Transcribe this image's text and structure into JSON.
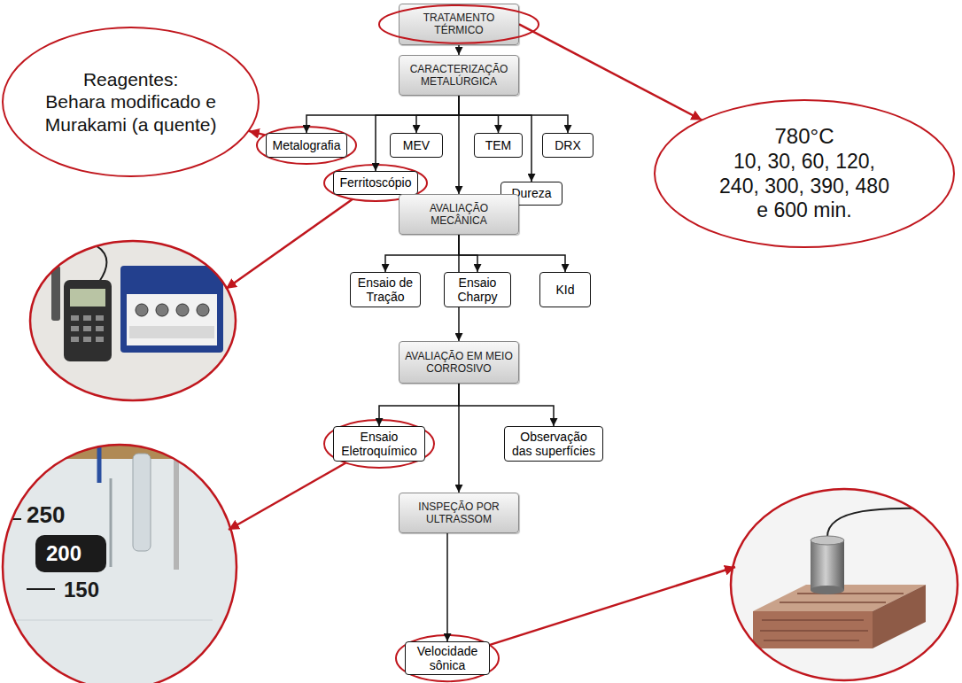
{
  "diagram": {
    "nodes": [
      {
        "text": [
          "TRATAMENTO TÉRMICO"
        ]
      },
      {
        "text": [
          "780°C",
          "10, 30, 60, 120, 240, 300, 390, 480 e 600 min."
        ]
      },
      {
        "text": [
          "CARACTERIZAÇÃO METALÚRGICA"
        ]
      },
      {
        "text": [
          "Reagentes:",
          "Behara modificado e Murakami (a quente)"
        ]
      },
      {
        "text": [
          "Metalografia"
        ]
      },
      {
        "text": [
          "MEV"
        ]
      },
      {
        "text": [
          "TEM"
        ]
      },
      {
        "text": [
          "DRX"
        ]
      },
      {
        "text": [
          "Ferritoscópio"
        ]
      },
      {
        "text": [
          "Dureza"
        ]
      },
      {
        "text": [
          "AVALIAÇÃO MECÂNICA"
        ]
      },
      {
        "text": [
          "Ensaio de Tração"
        ]
      },
      {
        "text": [
          "Ensaio Charpy"
        ]
      },
      {
        "text": [
          "KId"
        ]
      },
      {
        "text": [
          "AVALIAÇÃO EM MEIO CORROSIVO"
        ]
      },
      {
        "text": [
          "Ensaio Eletroquímico"
        ]
      },
      {
        "text": [
          "Observação das superfícies"
        ]
      },
      {
        "text": [
          "INSPEÇÃO POR ULTRASSOM"
        ]
      },
      {
        "text": [
          "Velocidade sônica"
        ]
      }
    ],
    "edges": [
      {
        "from": 0,
        "to": 2,
        "arrow": "to"
      },
      {
        "from": 0,
        "to": 1,
        "arrow": "to"
      },
      {
        "from": 2,
        "to": 4,
        "arrow": "to"
      },
      {
        "from": 2,
        "to": 5,
        "arrow": "to"
      },
      {
        "from": 2,
        "to": 6,
        "arrow": "to"
      },
      {
        "from": 2,
        "to": 7,
        "arrow": "to"
      },
      {
        "from": 2,
        "to": 8,
        "arrow": "to"
      },
      {
        "from": 2,
        "to": 9,
        "arrow": "to"
      },
      {
        "from": 2,
        "to": 10,
        "arrow": "to"
      },
      {
        "from": 4,
        "to": 3,
        "arrow": "to"
      },
      {
        "from": 10,
        "to": 11,
        "arrow": "to"
      },
      {
        "from": 10,
        "to": 12,
        "arrow": "to"
      },
      {
        "from": 10,
        "to": 13,
        "arrow": "to"
      },
      {
        "from": 10,
        "to": 14,
        "arrow": "to"
      },
      {
        "from": 14,
        "to": 15,
        "arrow": "to"
      },
      {
        "from": 14,
        "to": 16,
        "arrow": "to"
      },
      {
        "from": 14,
        "to": 17,
        "arrow": "to"
      },
      {
        "from": 17,
        "to": 18,
        "arrow": "to"
      }
    ],
    "labels": [
      "250",
      "200",
      "150"
    ]
  }
}
